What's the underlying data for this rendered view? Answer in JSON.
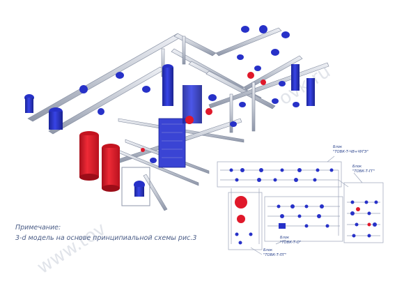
{
  "note": {
    "line1": "Примечание:",
    "line2": "3-d модель на основе принципиальной схемы рис.3"
  },
  "watermark": {
    "left": "www.tov",
    "right": "ovk.ru"
  },
  "blocks": {
    "b1_prefix": "Блок",
    "b1_name": "\"ТОВК-Т-ЧВ+ЧУГЭ\"",
    "b2_prefix": "Блок",
    "b2_name": "\"ТОВК-Т-ГГ\"",
    "b3_prefix": "Блок",
    "b3_name": "\"ТОВК-Т-О\"",
    "b4_prefix": "Блок",
    "b4_name": "\"ТОВК-Т-ПГ\""
  },
  "colors": {
    "pipe": "#c7ccd6",
    "valve": "#2731c8",
    "tank": "#e0182a",
    "outline": "#4d5a80"
  }
}
